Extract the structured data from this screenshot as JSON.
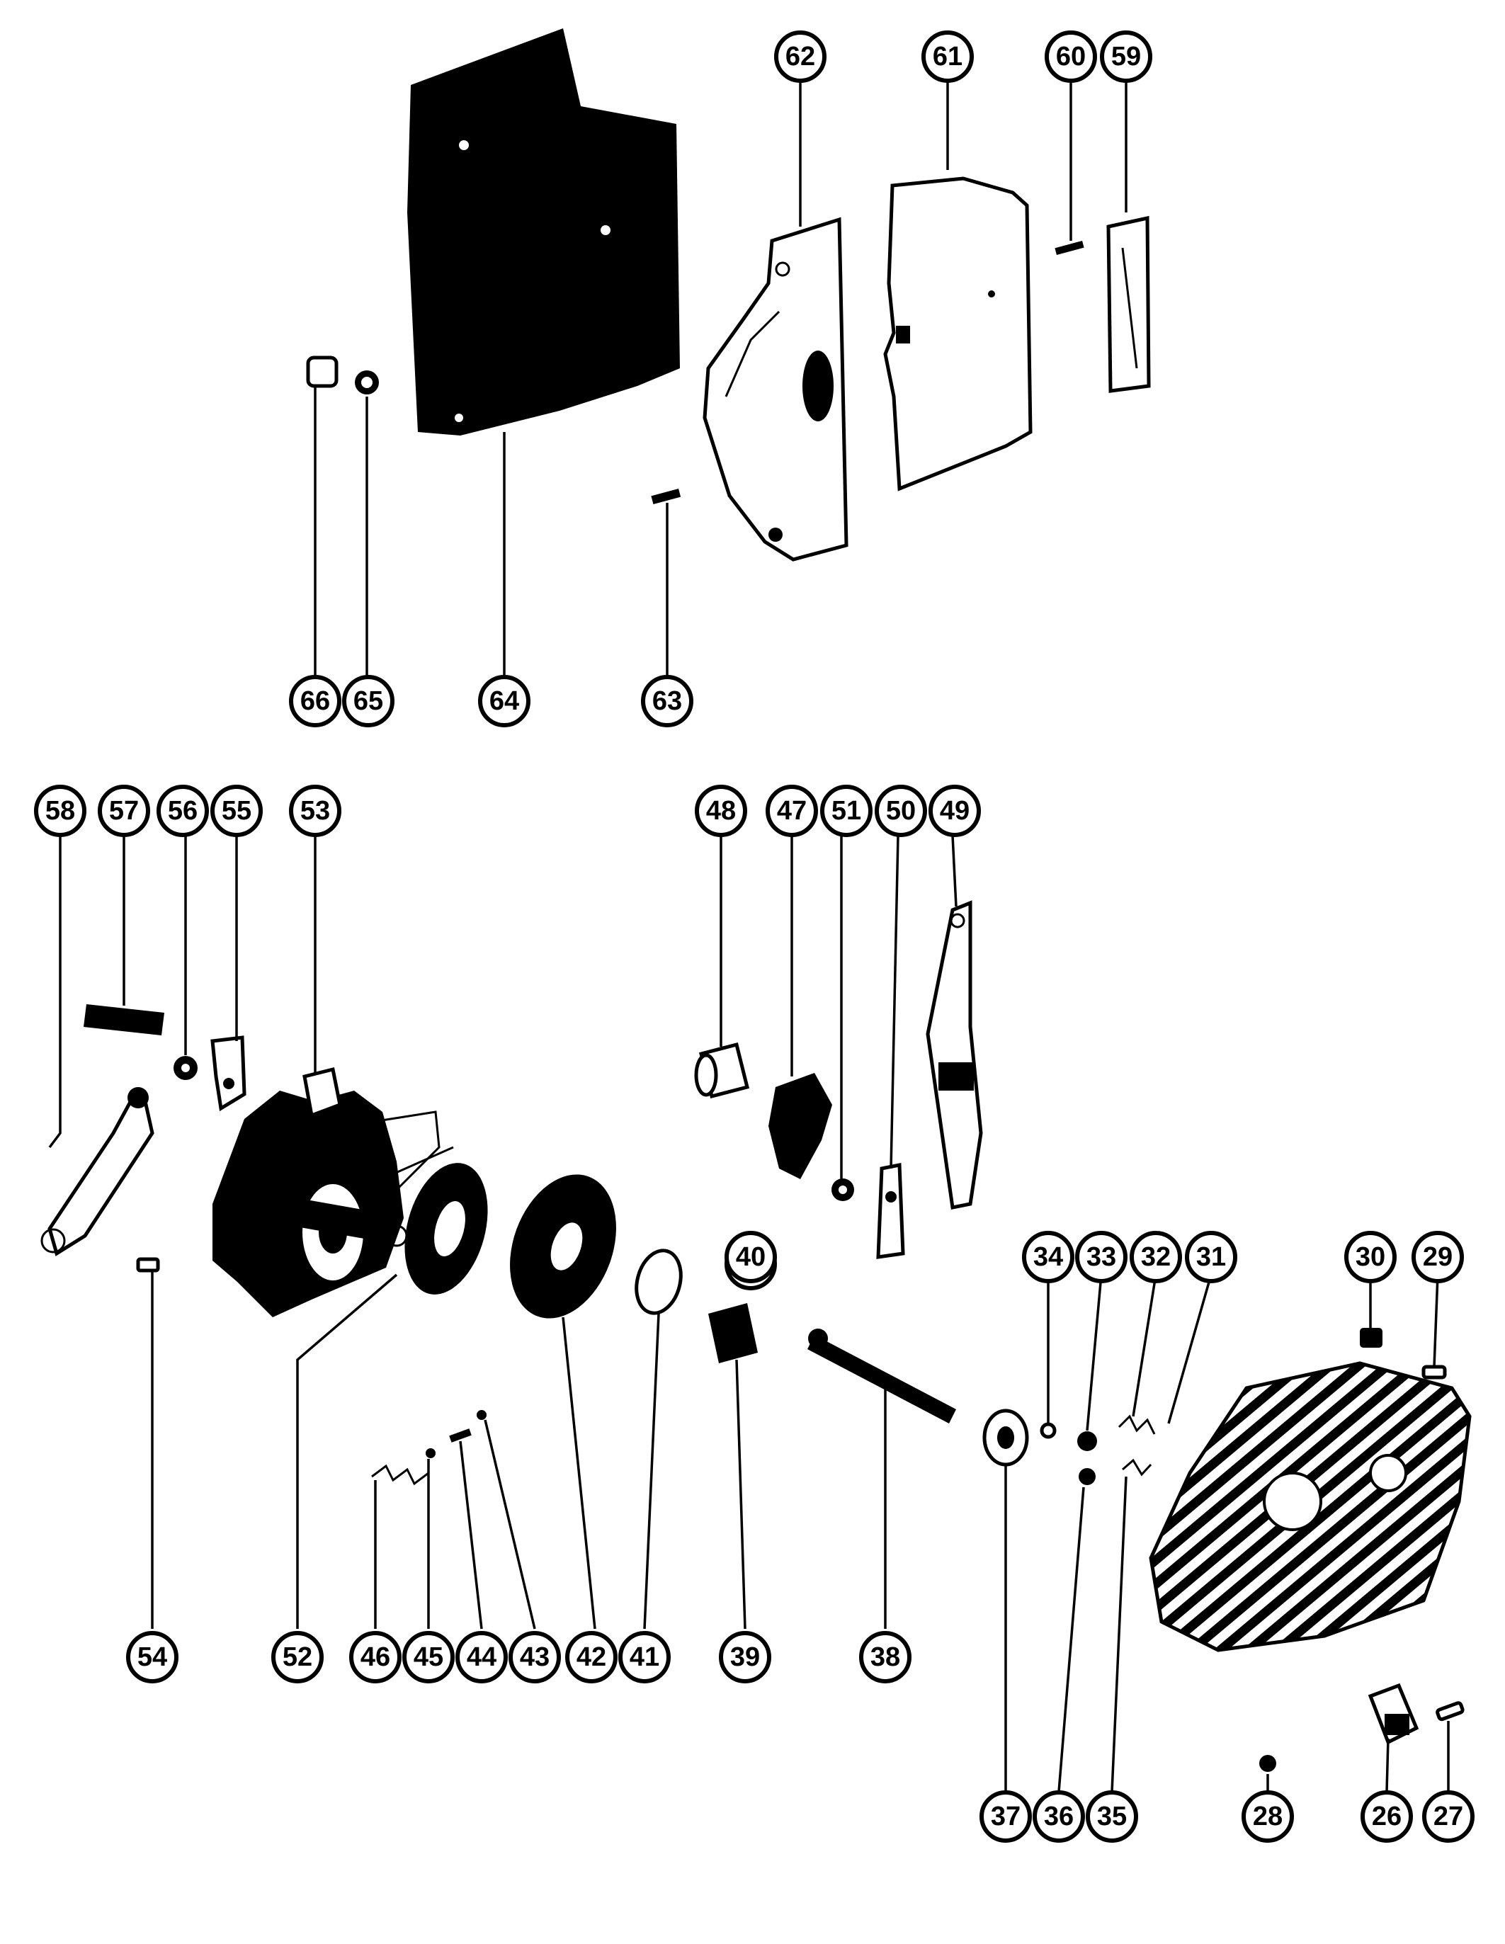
{
  "diagram": {
    "labels": [
      "62",
      "61",
      "60",
      "59",
      "66",
      "65",
      "64",
      "63",
      "58",
      "57",
      "56",
      "55",
      "53",
      "48",
      "47",
      "51",
      "50",
      "49",
      "40",
      "34",
      "33",
      "32",
      "31",
      "30",
      "29",
      "54",
      "52",
      "46",
      "45",
      "44",
      "43",
      "42",
      "41",
      "39",
      "38",
      "37",
      "36",
      "35",
      "28",
      "26",
      "27"
    ],
    "colors": {
      "ink": "#000000",
      "paper": "#ffffff"
    }
  }
}
